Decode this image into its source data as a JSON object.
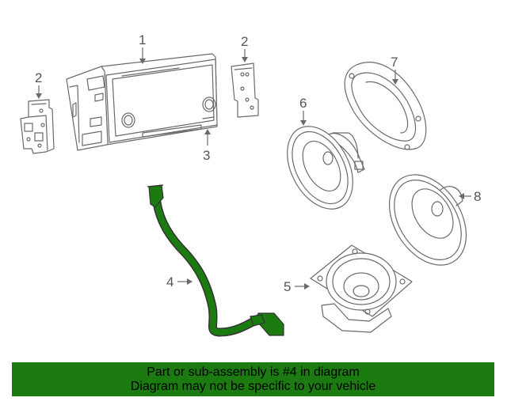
{
  "callouts": {
    "c1": "1",
    "c2a": "2",
    "c2b": "2",
    "c3": "3",
    "c4": "4",
    "c5": "5",
    "c6": "6",
    "c7": "7",
    "c8": "8"
  },
  "highlight_color": "#1b7a10",
  "footer": {
    "line1": "Part or sub-assembly is #4 in diagram",
    "line2": "Diagram may not be specific to your vehicle"
  }
}
